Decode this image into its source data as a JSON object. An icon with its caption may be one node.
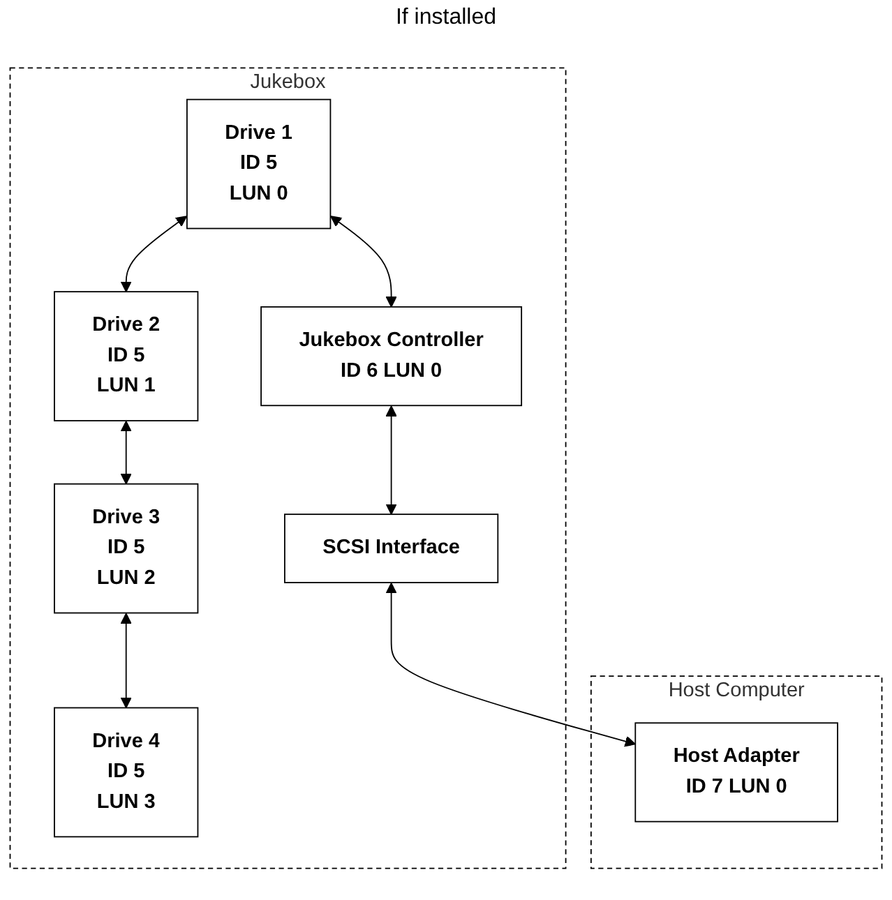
{
  "diagram": {
    "nodes": [
      {
        "text": [
          "Jukebox"
        ]
      },
      {
        "text": [
          "Drive 1",
          "ID 5",
          "LUN 0"
        ],
        "in": 0
      },
      {
        "text": [
          "Drive 2",
          "ID 5",
          "LUN 1"
        ],
        "in": 0
      },
      {
        "text": [
          "Drive 3",
          "ID 5",
          "LUN 2"
        ],
        "in": 0
      },
      {
        "text": [
          "Drive 4",
          "ID 5",
          "LUN 3"
        ],
        "in": 0
      },
      {
        "text": [
          "Jukebox Controller",
          "ID 6  LUN 0"
        ],
        "in": 0
      },
      {
        "text": [
          "SCSI Interface"
        ],
        "in": 0
      },
      {
        "text": [
          "Host Computer"
        ]
      },
      {
        "text": [
          "Host Adapter",
          "ID 7  LUN 0"
        ],
        "in": 7
      }
    ],
    "edges": [
      {
        "from": 1,
        "to": 5,
        "arrow": "both"
      },
      {
        "from": 1,
        "to": 2,
        "arrow": "both"
      },
      {
        "from": 2,
        "to": 3,
        "arrow": "both"
      },
      {
        "from": 3,
        "to": 4,
        "arrow": "both"
      },
      {
        "from": 5,
        "to": 6,
        "arrow": "both"
      },
      {
        "from": 6,
        "to": 8,
        "arrow": "both"
      }
    ],
    "labels": [
      "If installed"
    ]
  }
}
